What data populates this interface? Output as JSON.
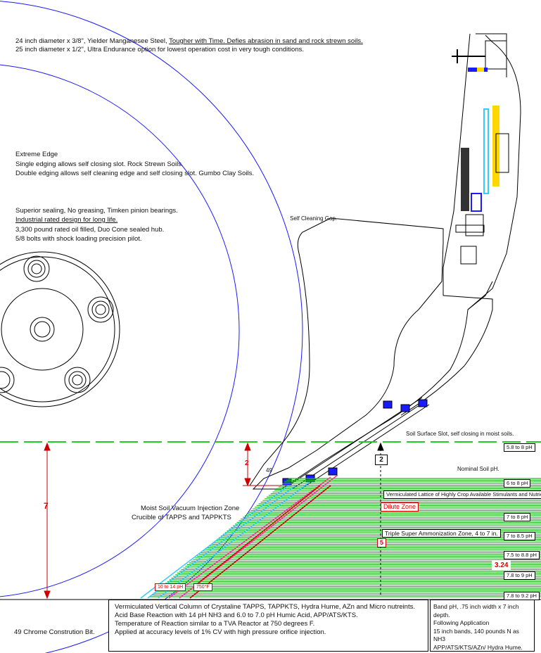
{
  "header": {
    "line1_a": "24 inch diameter x 3/8\", Yielder Manganesee Steel, ",
    "line1_b": "Tougher with Time. Defies abrasion in sand and rock strewn soils.",
    "line2": "25 inch diameter x 1/2\", Ultra Endurance option for lowest operation cost in very tough conditions."
  },
  "edge_notes": {
    "title": "Extreme Edge",
    "line1": "Single edging allows self closing slot. Rock Strewn Soils.",
    "line2": "Double edging allows self cleaning edge and self closing slot.  Gumbo Clay Soils."
  },
  "bearing_notes": {
    "line1": "Superior sealing, No greasing, Timken pinion bearings.",
    "line2": "Industrial rated design for long life.",
    "line3": "3,300 pound rated oil filled, Duo Cone sealed hub.",
    "line4": "5/8 bolts with shock loading precision pilot."
  },
  "callouts": {
    "self_cleaning_gap": "Self Cleaning Gap.",
    "soil_surface_slot": "Soil Surface Slot, self closing in moist soils.",
    "nominal_soil_ph": "Nominal Soil pH.",
    "moist_zone_1": "Moist Soil Vacuum Injection Zone",
    "moist_zone_2": "Crucible of TAPPS and TAPPKTS",
    "chrome_bit": "49 Chrome Constrution Bit.",
    "lattice": "Vermiculated Lattice of Highly Crop Available Stimulants and Nutrients.",
    "dilute_zone": "Dilute Zone",
    "triple_super": "Triple Super Ammonization Zone, 4 to 7 in.",
    "ph_10_14": "10 to 14 pH",
    "temp_750": "750°F",
    "shank_label_49": "49"
  },
  "ph_tags": [
    "5.8 to 8 pH",
    "6 to 8 pH",
    "7 to 8 pH",
    "7 to 8.5 pH",
    "7.5 to 8.8 pH",
    "7.8 to 9 pH",
    "7.8 to 9.2 pH"
  ],
  "dimensions": {
    "depth_total": "7",
    "depth_2_left": "2",
    "depth_2_box": "2",
    "marker_5": "5",
    "marker_324": "3.24"
  },
  "bottom_left_box": {
    "line1": "Vermiculated Vertical Column of Crystaline TAPPS, TAPPKTS, Hydra Hume, AZn and Micro nutreints.",
    "line2": "Acid Base Reaction with 14 pH NH3 and 6.0 to 7.0 pH Humic Acid, APP/ATS/KTS.",
    "line3": "Temperature of Reaction similar to a TVA Reactor at 750 degrees F.",
    "line4": "Applied at accuracy levels of 1% CV with high pressure orifice injection."
  },
  "bottom_right_box": {
    "line1": "Band pH, .75 inch width x 7 inch depth.",
    "line2": "Following Application",
    "line3": "15 inch bands, 140 pounds N as NH3",
    "line4": "APP/ATS/KTS/AZn/ Hydra Hume."
  },
  "colors": {
    "disc_circle": "#1a1aff",
    "soil_line": "#22cc22",
    "dimension": "#cc0000",
    "band_pink": "#ff3399",
    "band_blue": "#3333ff",
    "band_green": "#22bb22",
    "band_yellow": "#ffd700",
    "band_cyan": "#33ccff"
  }
}
